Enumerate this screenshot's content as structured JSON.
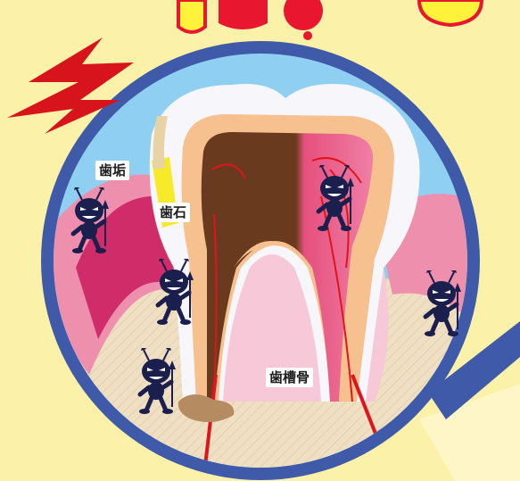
{
  "labels": {
    "plaque": "歯垢",
    "tartar": "歯石",
    "alveolar_bone": "歯槽骨"
  },
  "colors": {
    "background": "#fcf1a8",
    "frame": "#3f5aa8",
    "sky": "#8fd0f2",
    "bone": "#efe0c4",
    "gum_pink": "#ef8fae",
    "gum_red": "#d02c6a",
    "enamel": "#f7f7fb",
    "dentin": "#f6c08f",
    "pulp": "#6a3a1e",
    "decay_pink": "#e5507c",
    "nerve": "#e0151b",
    "germ": "#1b1f4d",
    "lightning": "#d7141c",
    "title_red": "#e8162f",
    "title_yellow": "#fff23a"
  },
  "icons": [
    "lightning-bolt-icon",
    "germ-character-icon"
  ]
}
